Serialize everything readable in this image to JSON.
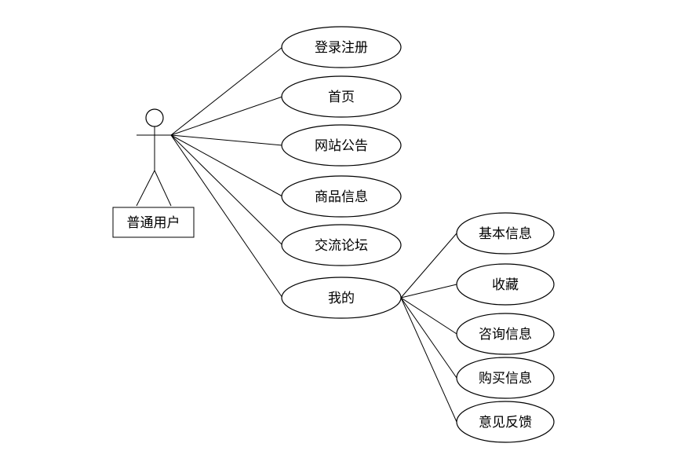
{
  "actor": {
    "label": "普通用户"
  },
  "use_cases": [
    {
      "id": "login",
      "label": "登录注册"
    },
    {
      "id": "home",
      "label": "首页"
    },
    {
      "id": "announcement",
      "label": "网站公告"
    },
    {
      "id": "product",
      "label": "商品信息"
    },
    {
      "id": "forum",
      "label": "交流论坛"
    },
    {
      "id": "mine",
      "label": "我的"
    }
  ],
  "sub_use_cases": [
    {
      "id": "basic-info",
      "label": "基本信息"
    },
    {
      "id": "favorites",
      "label": "收藏"
    },
    {
      "id": "inquiry",
      "label": "咨询信息"
    },
    {
      "id": "purchase",
      "label": "购买信息"
    },
    {
      "id": "feedback",
      "label": "意见反馈"
    }
  ]
}
